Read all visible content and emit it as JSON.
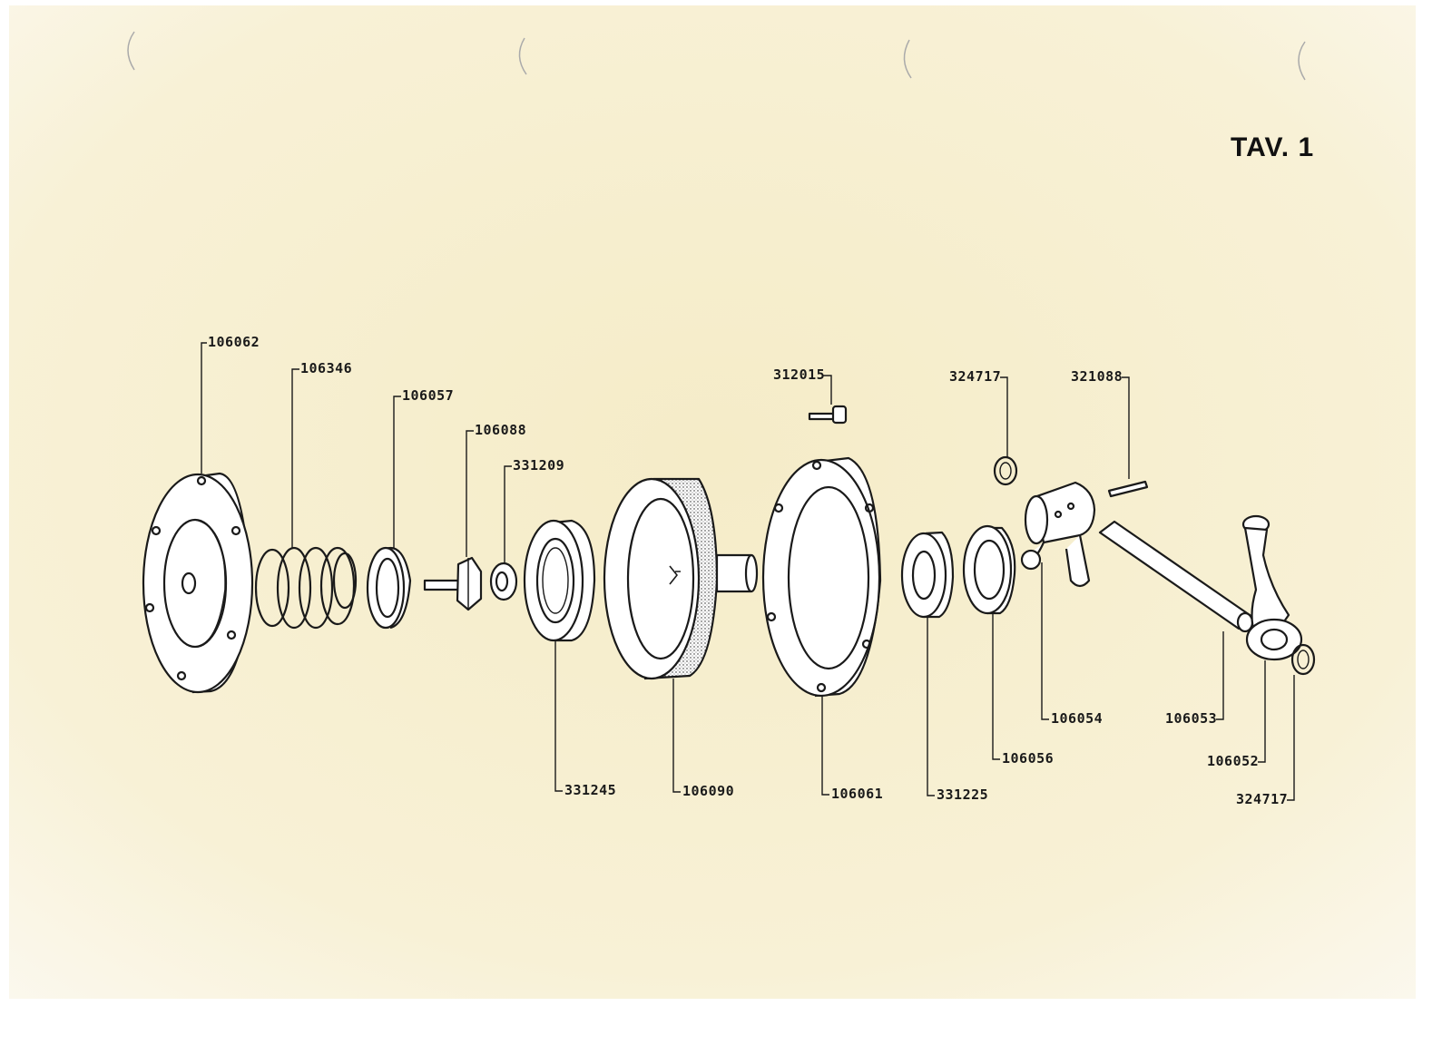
{
  "title": "TAV. 1",
  "colors": {
    "paper": "#f7efcf",
    "paper_edge": "#fbf8ee",
    "ink": "#1a1a1a"
  },
  "parts": [
    {
      "id": "106062",
      "name": "cover-plate"
    },
    {
      "id": "106346",
      "name": "spring"
    },
    {
      "id": "106057",
      "name": "spring-cup"
    },
    {
      "id": "106088",
      "name": "adjusting-bolt"
    },
    {
      "id": "331209",
      "name": "small-bearing"
    },
    {
      "id": "331245",
      "name": "bearing"
    },
    {
      "id": "106090",
      "name": "drum"
    },
    {
      "id": "312015",
      "name": "screw"
    },
    {
      "id": "106061",
      "name": "housing"
    },
    {
      "id": "331225",
      "name": "bearing"
    },
    {
      "id": "106056",
      "name": "ring"
    },
    {
      "id": "324717",
      "name": "circlip"
    },
    {
      "id": "321088",
      "name": "pin"
    },
    {
      "id": "106054",
      "name": "fork-lever"
    },
    {
      "id": "106053",
      "name": "shaft"
    },
    {
      "id": "106052",
      "name": "lever-arm"
    },
    {
      "id": "324717",
      "name": "circlip"
    }
  ]
}
